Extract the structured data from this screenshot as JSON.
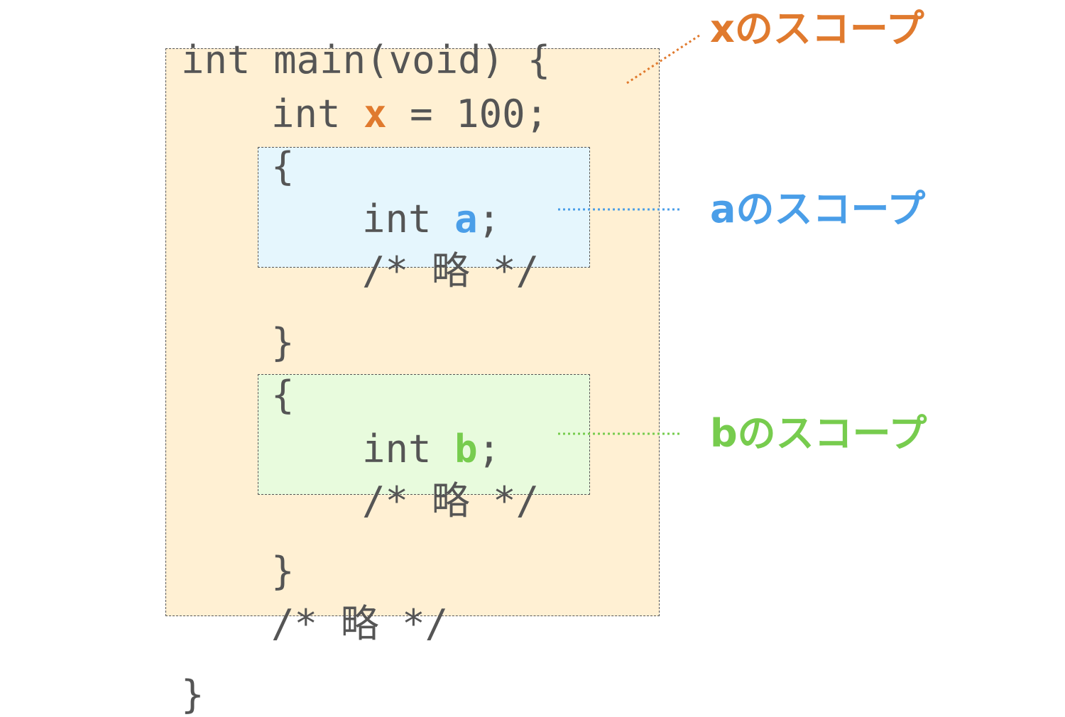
{
  "colors": {
    "text": "#555555",
    "x_accent": "#e07a2e",
    "a_accent": "#4a9ee8",
    "b_accent": "#77cc4e",
    "x_scope_bg": "#fff0d3",
    "a_scope_bg": "#e5f6fd",
    "b_scope_bg": "#e8fbdd"
  },
  "code": {
    "main_open": "int main(void) {",
    "x_decl_type": "int ",
    "x_var": "x",
    "x_decl_rest": " = 100;",
    "block1_open": "{",
    "a_decl_type": "int ",
    "a_var": "a",
    "a_semicolon": ";",
    "a_comment": "/* 略 */",
    "block1_close": "}",
    "block2_open": "{",
    "b_decl_type": "int ",
    "b_var": "b",
    "b_semicolon": ";",
    "b_comment": "/* 略 */",
    "block2_close": "}",
    "x_comment": "/* 略 */",
    "main_close": "}"
  },
  "labels": {
    "x_scope": "xのスコープ",
    "a_scope": "aのスコープ",
    "b_scope": "bのスコープ"
  }
}
